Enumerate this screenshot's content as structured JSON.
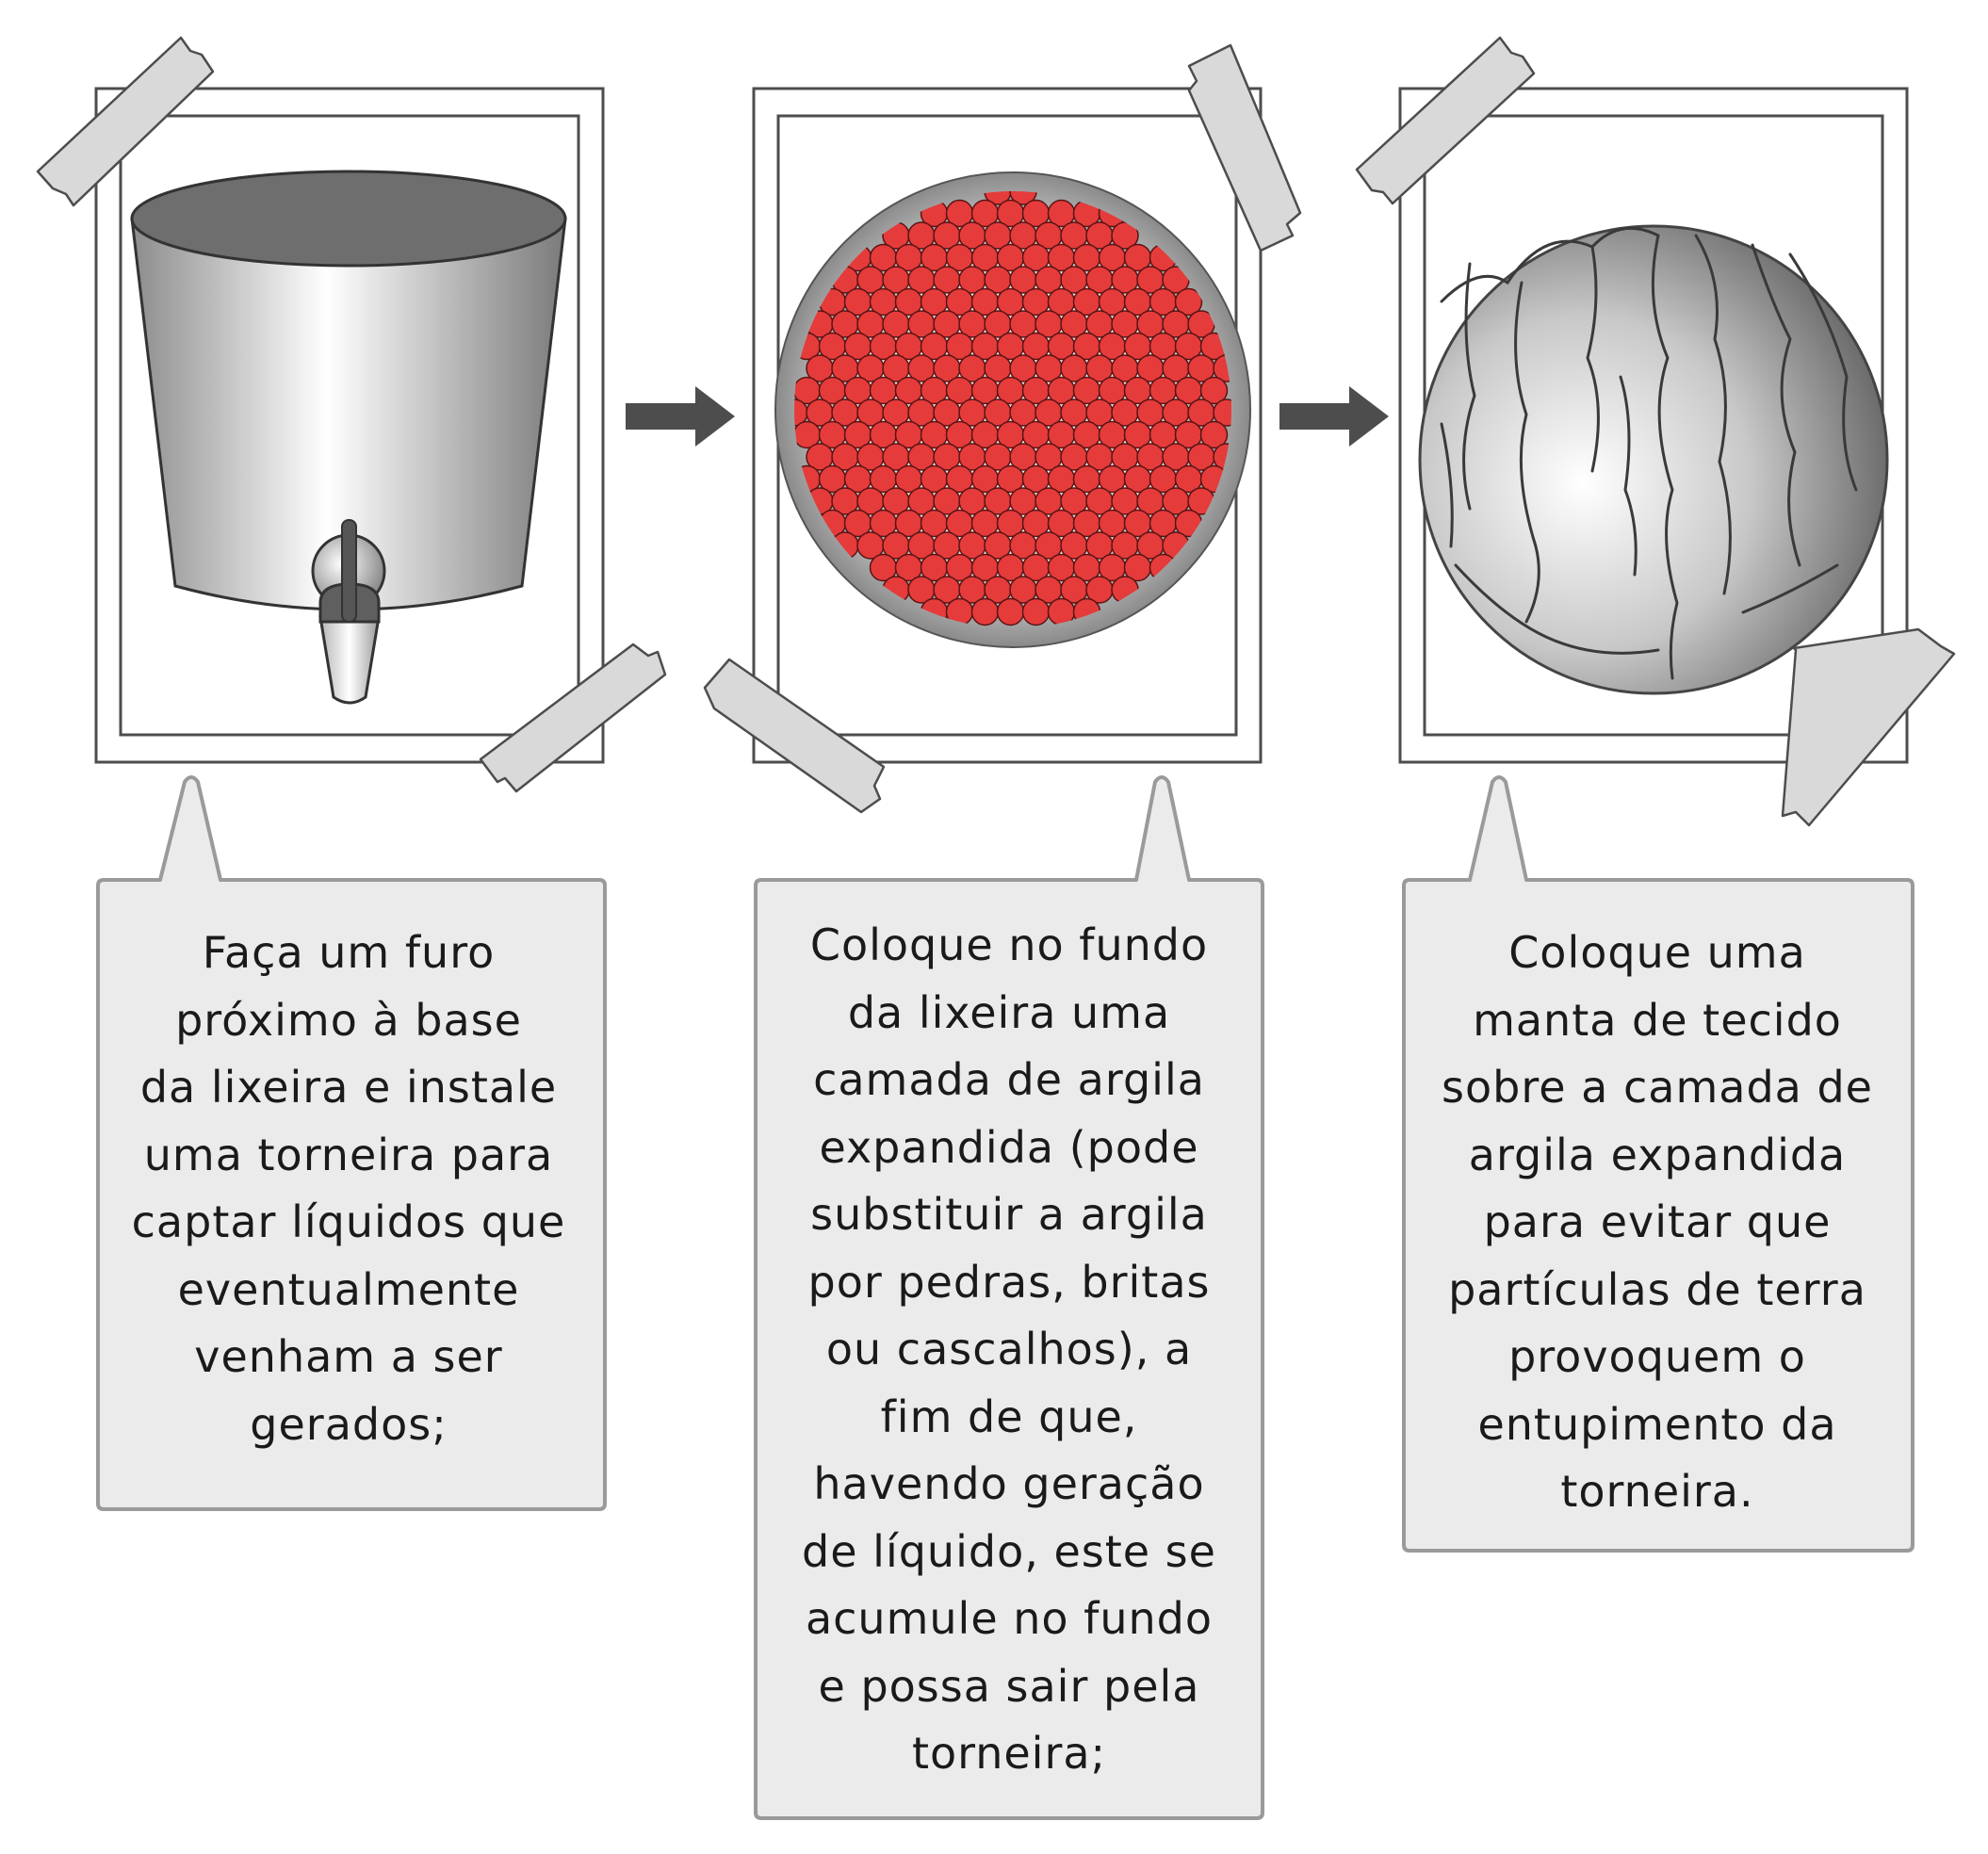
{
  "steps": [
    {
      "text": "Faça um furo\npróximo à base\nda lixeira e instale\numa torneira para\ncaptar líquidos que\neventualmente\nvenham a ser\ngerados;"
    },
    {
      "text": "Coloque no fundo\nda lixeira uma\ncamada de argila\nexpandida (pode\nsubstituir a argila\npor pedras, britas\nou cascalhos), a\nfim de que,\nhavendo geração\nde líquido, este se\nacumule no fundo\ne possa sair pela\ntorneira;"
    },
    {
      "text": "Coloque uma\nmanta de tecido\nsobre a camada de\nargila expandida\npara evitar que\npartículas de terra\nprovoquem o\nentupimento da\ntorneira."
    }
  ],
  "colors": {
    "frame_stroke": "#4d4d4d",
    "tape_fill": "#d9d9d9",
    "bubble_fill": "#ebebeb",
    "bubble_stroke": "#9a9a9a",
    "arrow": "#4d4d4d",
    "clay_ball": "#e53b3b",
    "clay_ball_stroke": "#5a1414"
  }
}
